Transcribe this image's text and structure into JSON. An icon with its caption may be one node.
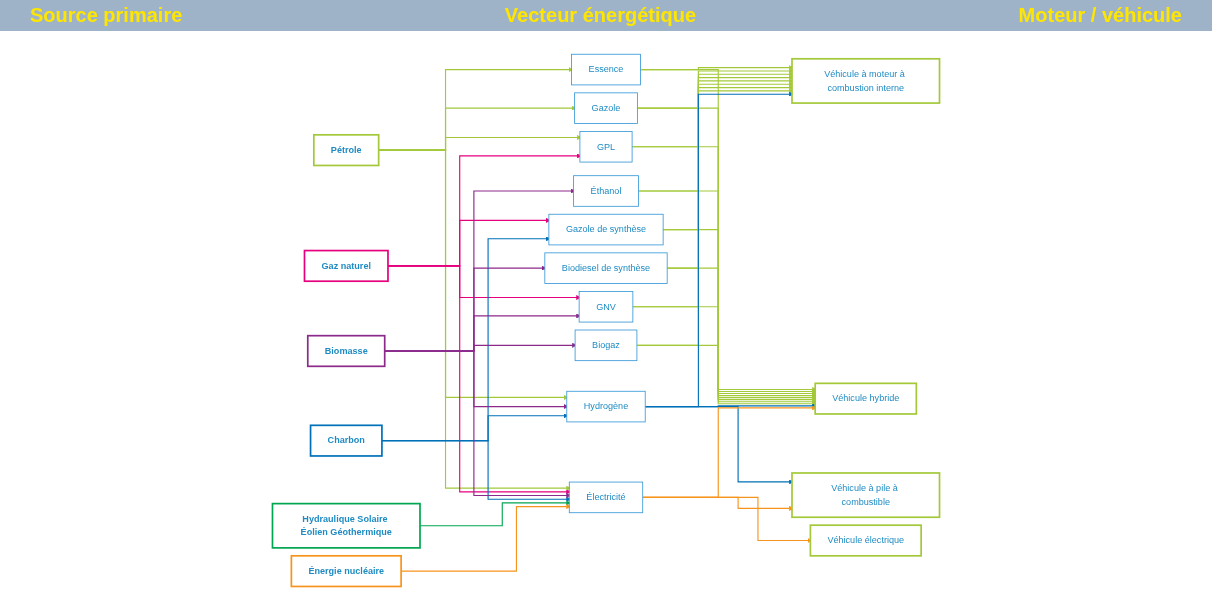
{
  "diagram": {
    "nodes": [
      {
        "text": [
          "Pétrole"
        ]
      },
      {
        "text": [
          "Gaz naturel"
        ]
      },
      {
        "text": [
          "Charbon"
        ]
      },
      {
        "text": [
          "Biomasse"
        ]
      },
      {
        "text": [
          "Hydraulique Solaire Éolien Géothermique"
        ]
      },
      {
        "text": [
          "Énergie nucléaire"
        ]
      },
      {
        "text": [
          "Essence"
        ]
      },
      {
        "text": [
          "Gazole"
        ]
      },
      {
        "text": [
          "GPL"
        ]
      },
      {
        "text": [
          "Éthanol"
        ]
      },
      {
        "text": [
          "Gazole de synthèse"
        ]
      },
      {
        "text": [
          "Biodiesel de synthèse"
        ]
      },
      {
        "text": [
          "GNV"
        ]
      },
      {
        "text": [
          "Biogaz"
        ]
      },
      {
        "text": [
          "Hydrogène"
        ]
      },
      {
        "text": [
          "Électricité"
        ]
      },
      {
        "text": [
          "Véhicule à moteur à combustion interne"
        ]
      },
      {
        "text": [
          "Véhicule hybride"
        ]
      },
      {
        "text": [
          "Véhicule à pile à combustible"
        ]
      },
      {
        "text": [
          "Véhicule électrique"
        ]
      }
    ],
    "edges": [
      {
        "from": 0,
        "to": 6,
        "arrow": "to"
      },
      {
        "from": 0,
        "to": 7,
        "arrow": "to"
      },
      {
        "from": 0,
        "to": 8,
        "arrow": "to"
      },
      {
        "from": 0,
        "to": 14,
        "arrow": "to"
      },
      {
        "from": 0,
        "to": 15,
        "arrow": "to"
      },
      {
        "from": 1,
        "to": 8,
        "arrow": "to",
        "color": "#e6007e"
      },
      {
        "from": 1,
        "to": 10,
        "arrow": "to",
        "color": "#e6007e"
      },
      {
        "from": 1,
        "to": 12,
        "arrow": "to",
        "color": "#e6007e"
      },
      {
        "from": 1,
        "to": 15,
        "arrow": "to",
        "color": "#e6007e"
      },
      {
        "from": 2,
        "to": 10,
        "arrow": "to",
        "color": "#0070b8"
      },
      {
        "from": 2,
        "to": 14,
        "arrow": "to",
        "color": "#0070b8"
      },
      {
        "from": 2,
        "to": 15,
        "arrow": "to",
        "color": "#0070b8"
      },
      {
        "from": 3,
        "to": 9,
        "arrow": "to",
        "color": "#8b2a8b"
      },
      {
        "from": 3,
        "to": 11,
        "arrow": "to",
        "color": "#8b2a8b"
      },
      {
        "from": 3,
        "to": 12,
        "arrow": "to",
        "color": "#8b2a8b"
      },
      {
        "from": 3,
        "to": 13,
        "arrow": "to",
        "color": "#8b2a8b"
      },
      {
        "from": 3,
        "to": 14,
        "arrow": "to",
        "color": "#8b2a8b"
      },
      {
        "from": 3,
        "to": 15,
        "arrow": "to",
        "color": "#8b2a8b"
      },
      {
        "from": 4,
        "to": 15,
        "arrow": "to",
        "color": "#00a651"
      },
      {
        "from": 5,
        "to": 15,
        "arrow": "to",
        "color": "#f7941d"
      },
      {
        "from": 6,
        "to": 16,
        "arrow": "to"
      },
      {
        "from": 7,
        "to": 16,
        "arrow": "to"
      },
      {
        "from": 8,
        "to": 16,
        "arrow": "to"
      },
      {
        "from": 9,
        "to": 16,
        "arrow": "to"
      },
      {
        "from": 10,
        "to": 16,
        "arrow": "to"
      },
      {
        "from": 11,
        "to": 16,
        "arrow": "to"
      },
      {
        "from": 12,
        "to": 16,
        "arrow": "to"
      },
      {
        "from": 13,
        "to": 16,
        "arrow": "to"
      },
      {
        "from": 6,
        "to": 17,
        "arrow": "to"
      },
      {
        "from": 7,
        "to": 17,
        "arrow": "to"
      },
      {
        "from": 8,
        "to": 17,
        "arrow": "to"
      },
      {
        "from": 9,
        "to": 17,
        "arrow": "to"
      },
      {
        "from": 10,
        "to": 17,
        "arrow": "to"
      },
      {
        "from": 11,
        "to": 17,
        "arrow": "to"
      },
      {
        "from": 12,
        "to": 17,
        "arrow": "to"
      },
      {
        "from": 13,
        "to": 17,
        "arrow": "to"
      },
      {
        "from": 14,
        "to": 16,
        "arrow": "to",
        "color": "#0070b8"
      },
      {
        "from": 14,
        "to": 17,
        "arrow": "to",
        "color": "#0070b8"
      },
      {
        "from": 14,
        "to": 18,
        "arrow": "to",
        "color": "#0070b8"
      },
      {
        "from": 15,
        "to": 17,
        "arrow": "to",
        "color": "#f7941d"
      },
      {
        "from": 15,
        "to": 18,
        "arrow": "to",
        "color": "#f7941d"
      },
      {
        "from": 15,
        "to": 19,
        "arrow": "to",
        "color": "#f7941d"
      }
    ],
    "labels": [
      "Source primaire",
      "Vecteur énergétique",
      "Moteur / véhicule"
    ]
  }
}
